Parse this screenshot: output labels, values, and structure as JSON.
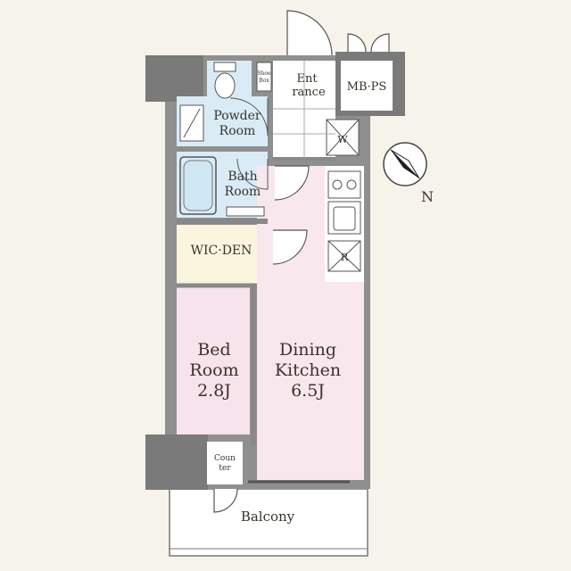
{
  "colors": {
    "paper": "#f6f3ea",
    "wall": "#8f8f8f",
    "wall_dark": "#7a7a7a",
    "bedroom": "#f7e3ec",
    "dining": "#f9e7ee",
    "wet_area": "#d9ecf6",
    "den": "#fbf5e0",
    "entrance": "#ffffff",
    "balcony": "#ffffff",
    "line": "#555555",
    "text": "#3a332b"
  },
  "rooms": {
    "powder_room": [
      "Powder",
      "Room"
    ],
    "bath_room": [
      "Bath",
      "Room"
    ],
    "entrance": [
      "Ent",
      "rance"
    ],
    "mb_ps": "MB·PS",
    "wic_den": "WIC·DEN",
    "bed_room": [
      "Bed",
      "Room",
      "2.8J"
    ],
    "dining_kitchen": [
      "Dining",
      "Kitchen",
      "6.5J"
    ],
    "counter": [
      "Coun",
      "ter"
    ],
    "balcony": "Balcony",
    "shoe_box": [
      "Shoe",
      "Box"
    ]
  },
  "fixtures": {
    "washer": "W",
    "refrigerator": "R"
  },
  "compass": {
    "north_label": "N",
    "icon": "compass-icon"
  }
}
